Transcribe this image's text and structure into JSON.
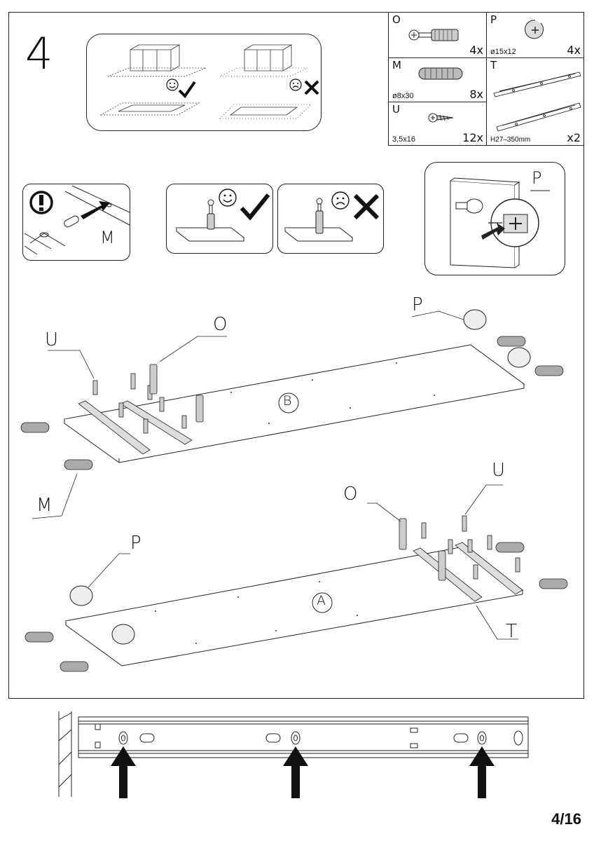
{
  "page": {
    "step_number": "4",
    "page_number": "4/16"
  },
  "parts": [
    {
      "code": "O",
      "size": "",
      "qty": "4x"
    },
    {
      "code": "P",
      "size": "ø15x12",
      "qty": "4x"
    },
    {
      "code": "M",
      "size": "ø8x30",
      "qty": "8x"
    },
    {
      "code": "T",
      "size": "H27–350mm",
      "qty": "x2"
    },
    {
      "code": "U",
      "size": "3,5x16",
      "qty": "12x"
    }
  ],
  "callouts": {
    "dowel_label": "M",
    "cam_label": "P",
    "top_u": "U",
    "top_o": "O",
    "top_p": "P",
    "top_m": "M",
    "bottom_o": "O",
    "bottom_u": "U",
    "bottom_p": "P",
    "bottom_t": "T"
  },
  "panels": {
    "upper": "B",
    "lower": "A"
  },
  "icons": [
    "happy-face-icon",
    "sad-face-icon",
    "check-mark-icon",
    "cross-mark-icon",
    "warning-icon",
    "arrow-up-icon"
  ]
}
